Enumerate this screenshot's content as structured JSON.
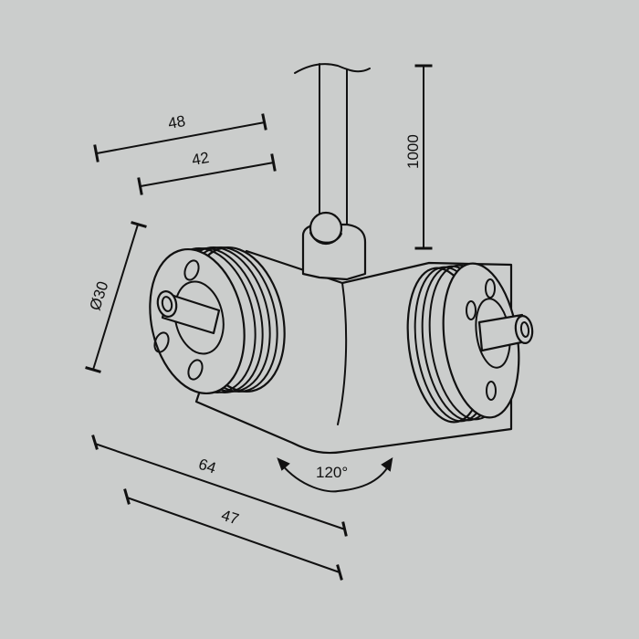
{
  "drawing": {
    "background": "#cbcdcc",
    "line_color": "#111111",
    "subject": "swivel spotlight with two cylindrical heads on suspension rod",
    "dimensions": {
      "top_length": "48",
      "top_inner_length": "42",
      "diameter": "Ø30",
      "rod_length": "1000",
      "bottom_length": "64",
      "bottom_inner_length": "47",
      "angle": "120°"
    }
  }
}
